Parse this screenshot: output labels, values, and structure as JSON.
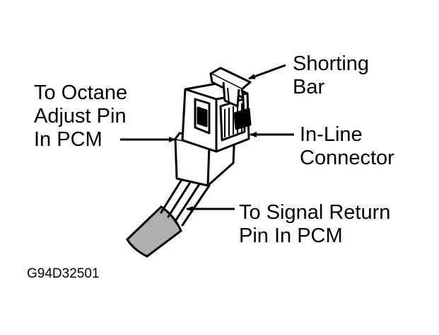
{
  "labels": {
    "shorting_bar": [
      "Shorting",
      "Bar"
    ],
    "octane_adjust": [
      "To Octane",
      "Adjust Pin",
      "In PCM"
    ],
    "inline_connector": [
      "In-Line",
      "Connector"
    ],
    "signal_return": [
      "To Signal Return",
      "Pin In PCM"
    ]
  },
  "figure_id": "G94D32501",
  "colors": {
    "ink": "#000000",
    "paper": "#ffffff",
    "jacket_fill": "#b0b0b0"
  }
}
